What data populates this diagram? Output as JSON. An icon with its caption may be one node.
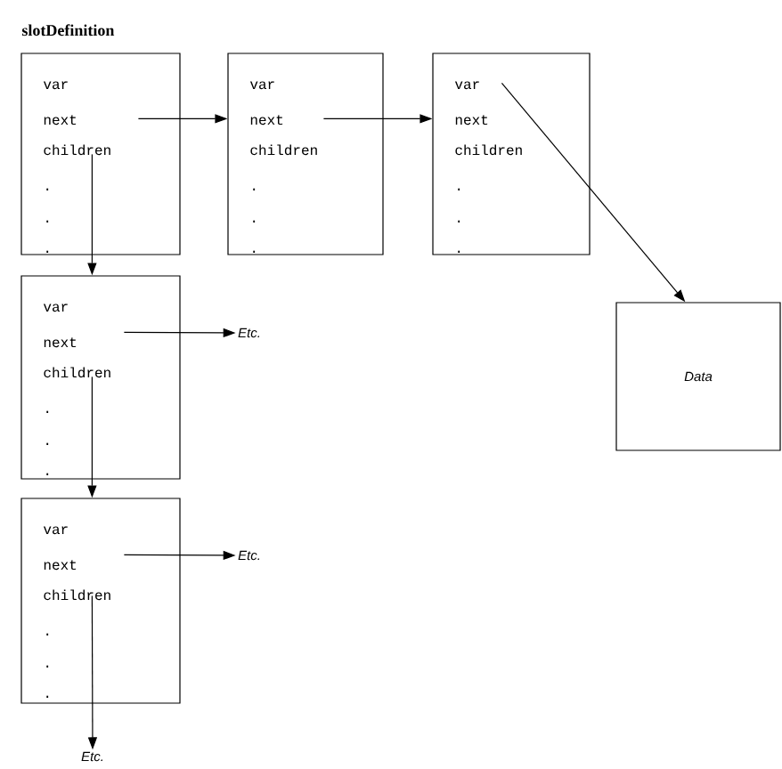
{
  "diagram": {
    "title": "slotDefinition",
    "nodes": [
      {
        "text": [
          "var",
          "next",
          "children",
          ".",
          ".",
          "."
        ]
      },
      {
        "text": [
          "var",
          "next",
          "children",
          ".",
          ".",
          "."
        ]
      },
      {
        "text": [
          "var",
          "next",
          "children",
          ".",
          ".",
          "."
        ]
      },
      {
        "text": [
          "Data"
        ]
      },
      {
        "text": [
          "var",
          "next",
          "children",
          ".",
          ".",
          "."
        ]
      },
      {
        "text": [
          "Etc."
        ]
      },
      {
        "text": [
          "var",
          "next",
          "children",
          ".",
          ".",
          "."
        ]
      },
      {
        "text": [
          "Etc."
        ]
      },
      {
        "text": [
          "Etc."
        ]
      }
    ],
    "edges": [
      {
        "from": 0,
        "to": 1,
        "arrow": "to"
      },
      {
        "from": 1,
        "to": 2,
        "arrow": "to"
      },
      {
        "from": 2,
        "to": 3,
        "arrow": "to"
      },
      {
        "from": 0,
        "to": 4,
        "arrow": "to"
      },
      {
        "from": 4,
        "to": 5,
        "arrow": "to"
      },
      {
        "from": 4,
        "to": 6,
        "arrow": "to"
      },
      {
        "from": 6,
        "to": 7,
        "arrow": "to"
      },
      {
        "from": 6,
        "to": 8,
        "arrow": "to"
      }
    ]
  }
}
